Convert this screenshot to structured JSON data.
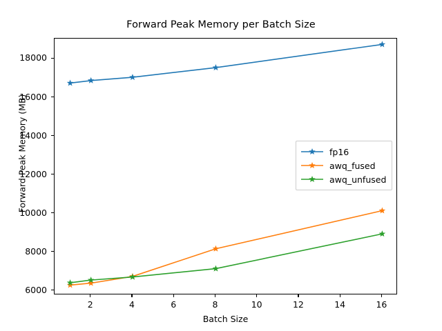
{
  "chart_data": {
    "type": "line",
    "title": "Forward Peak Memory per Batch Size",
    "xlabel": "Batch Size",
    "ylabel": "Forward Peak Memory (MB)",
    "x": [
      1,
      2,
      4,
      8,
      16
    ],
    "xlim": [
      0.25,
      16.75
    ],
    "ylim": [
      5780,
      19050
    ],
    "xticks": [
      2,
      4,
      6,
      8,
      10,
      12,
      14,
      16
    ],
    "yticks": [
      6000,
      8000,
      10000,
      12000,
      14000,
      16000,
      18000
    ],
    "grid": false,
    "legend_position": "center right",
    "marker": "star",
    "series": [
      {
        "name": "fp16",
        "color": "#1f77b4",
        "values": [
          16750,
          16880,
          17050,
          17550,
          18750
        ]
      },
      {
        "name": "awq_fused",
        "color": "#ff7f0e",
        "values": [
          6300,
          6400,
          6750,
          8180,
          10150
        ]
      },
      {
        "name": "awq_unfused",
        "color": "#2ca02c",
        "values": [
          6420,
          6560,
          6720,
          7150,
          8950
        ]
      }
    ]
  },
  "legend": {
    "items": [
      {
        "label": "fp16"
      },
      {
        "label": "awq_fused"
      },
      {
        "label": "awq_unfused"
      }
    ]
  }
}
